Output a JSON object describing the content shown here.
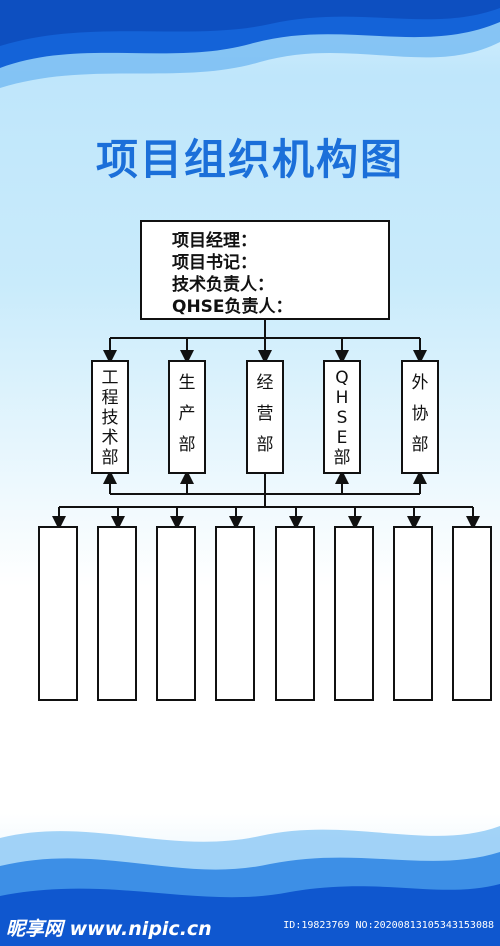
{
  "title": "项目组织机构图",
  "top_box": {
    "lines": [
      "项目经理：",
      "项目书记：",
      "技术负责人：",
      "QHSE负责人："
    ]
  },
  "departments": [
    {
      "chars": [
        "工",
        "程",
        "技",
        "术",
        "部"
      ]
    },
    {
      "chars": [
        "生",
        "产",
        "部"
      ]
    },
    {
      "chars": [
        "经",
        "营",
        "部"
      ]
    },
    {
      "chars": [
        "Q",
        "H",
        "S",
        "E",
        "部"
      ]
    },
    {
      "chars": [
        "外",
        "协",
        "部"
      ]
    }
  ],
  "sub_boxes_count": 8,
  "watermark": {
    "left": "昵享网 www.nipic.cn",
    "right": "ID:19823769 NO:20200813105343153088"
  },
  "colors": {
    "title": "#1b6fd9",
    "wave_dark": "#1463d8",
    "wave_light": "#6fb7f2"
  }
}
